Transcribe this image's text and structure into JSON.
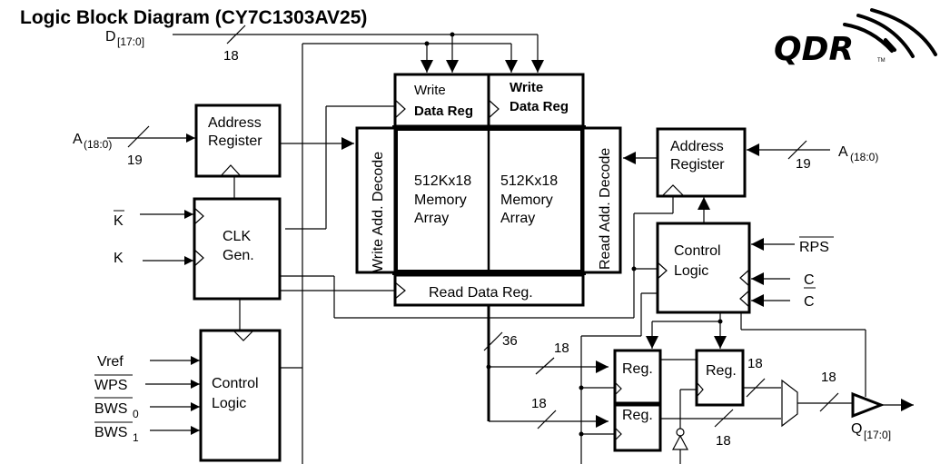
{
  "title": "Logic Block Diagram (CY7C1303AV25)",
  "logo": {
    "text": "QDR",
    "trademark": "TM",
    "icon": "qdr-logo"
  },
  "signals": {
    "data_in": "D",
    "data_in_sub": "[17:0]",
    "addr_left": "A",
    "addr_left_sub": "(18:0)",
    "addr_right": "A",
    "addr_right_sub": "(18:0)",
    "k_bar": "K",
    "k": "K",
    "vref": "Vref",
    "wps": "WPS",
    "bws0": "BWS",
    "bws0_sub": "0",
    "bws1": "BWS",
    "bws1_sub": "1",
    "rps": "RPS",
    "c": "C",
    "c_bar": "C",
    "q_out": "Q",
    "q_out_sub": "[17:0]"
  },
  "bus_widths": {
    "d_in": "18",
    "addr_left": "19",
    "addr_right": "19",
    "read_bus": "36",
    "reg_upper": "18",
    "reg_lower": "18",
    "out_reg": "18",
    "mux_lower": "18",
    "mux_out": "18"
  },
  "blocks": {
    "addr_reg_left": [
      "Address",
      "Register"
    ],
    "clk_gen": [
      "CLK",
      "Gen."
    ],
    "control_left": [
      "Control",
      "Logic"
    ],
    "write_reg_1": [
      "Write",
      "Data Reg"
    ],
    "write_reg_2": [
      "Write",
      "Data Reg"
    ],
    "mem_1": [
      "512Kx18",
      "Memory",
      "Array"
    ],
    "mem_2": [
      "512Kx18",
      "Memory",
      "Array"
    ],
    "write_decode": "Write Add. Decode",
    "read_decode": "Read Add. Decode",
    "read_data_reg": "Read Data Reg.",
    "addr_reg_right": [
      "Address",
      "Register"
    ],
    "control_right": [
      "Control",
      "Logic"
    ],
    "reg_a": "Reg.",
    "reg_b": "Reg.",
    "reg_c": "Reg."
  }
}
